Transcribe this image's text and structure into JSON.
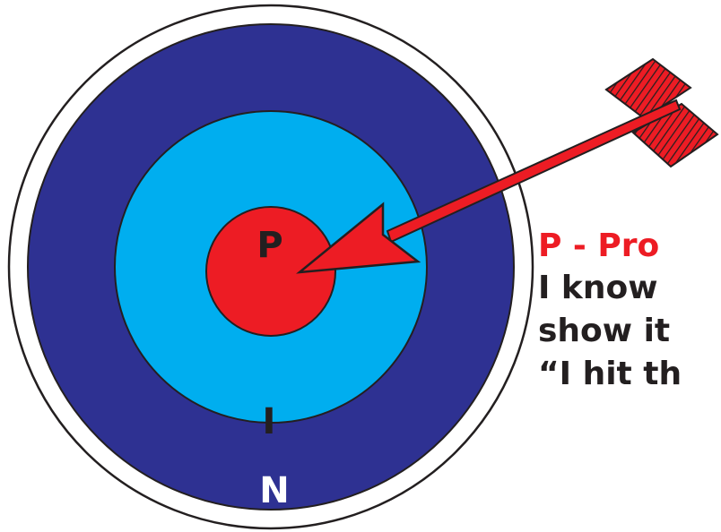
{
  "target": {
    "center_label": "P",
    "middle_label": "I",
    "outer_label": "N"
  },
  "caption": {
    "title": "P - Pro",
    "line1": "I know",
    "line2": "show it",
    "line3": "“I hit th"
  },
  "colors": {
    "outer_ring": "#2e3192",
    "middle_ring": "#00aeef",
    "bullseye": "#ed1c24",
    "rim_outline": "#231f20",
    "arrow": "#ed1c24",
    "title_text": "#ed1c24",
    "body_text": "#231f20",
    "outer_label_text": "#ffffff"
  },
  "icons": {
    "arrow": "arrow-icon",
    "target": "target-icon"
  }
}
